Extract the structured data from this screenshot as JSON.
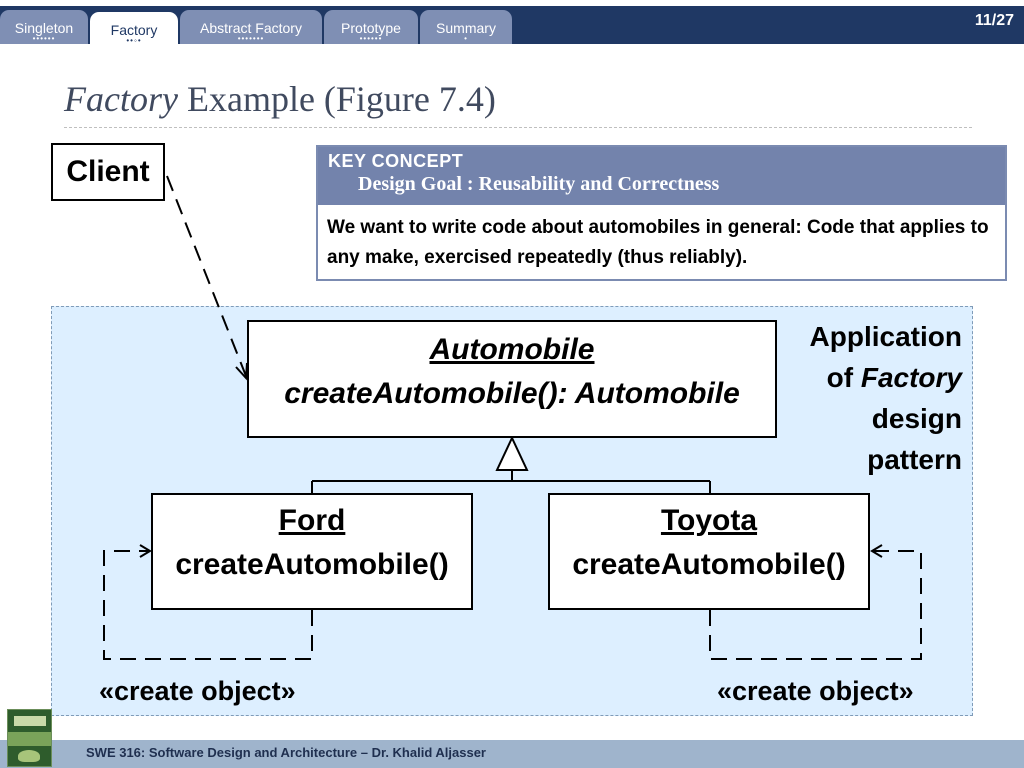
{
  "nav": {
    "tabs": [
      {
        "label": "Singleton",
        "dots": "••••••",
        "active": false
      },
      {
        "label": "Factory",
        "dots": "••◦•",
        "active": true
      },
      {
        "label": "Abstract Factory",
        "dots": "•••••••",
        "active": false
      },
      {
        "label": "Prototype",
        "dots": "••••••",
        "active": false
      },
      {
        "label": "Summary",
        "dots": "•",
        "active": false
      }
    ],
    "page_number": "11/27"
  },
  "slide": {
    "title_italic": "Factory",
    "title_rest": " Example (Figure 7.4)"
  },
  "client": {
    "label": "Client"
  },
  "key_concept": {
    "tag": "KEY CONCEPT",
    "goal": "Design Goal : Reusability  and Correctness",
    "body": "We want to write code about automobiles in general: Code that applies to any make, exercised repeatedly (thus reliably)."
  },
  "diagram": {
    "automobile": {
      "name": "Automobile",
      "method": "createAutomobile(): Automobile"
    },
    "ford": {
      "name": "Ford",
      "method": "createAutomobile()"
    },
    "toyota": {
      "name": "Toyota",
      "method": "createAutomobile()"
    },
    "application_label": {
      "line1": "Application",
      "line2_prefix": "of ",
      "line2_italic": "Factory",
      "line3": "design",
      "line4": "pattern"
    },
    "stereotype_left": "«create object»",
    "stereotype_right": "«create object»"
  },
  "footer": {
    "text": "SWE 316: Software Design and Architecture – Dr. Khalid Aljasser"
  },
  "colors": {
    "nav_bar": "#1f3864",
    "tab": "#7f8fb4",
    "key_concept_header": "#7383ac",
    "panel": "#ddefff",
    "footer": "#9fb4cc"
  },
  "icons": {
    "book_cover": "book-cover-icon"
  }
}
